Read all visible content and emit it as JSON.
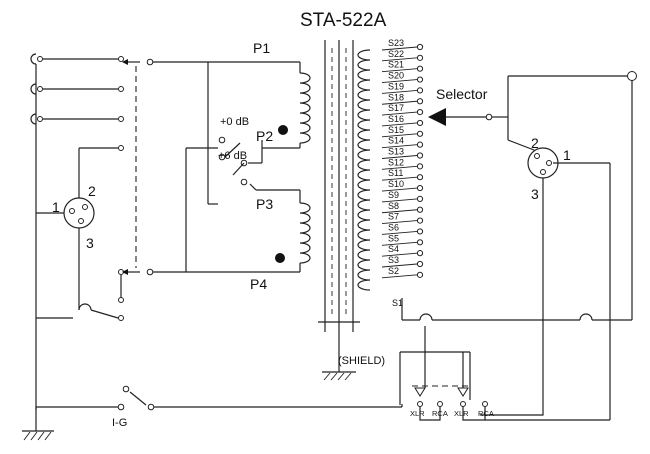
{
  "title": "STA-522A",
  "primary_taps": [
    "P1",
    "P2",
    "P3",
    "P4"
  ],
  "gain_labels": {
    "zero_db": "+0 dB",
    "six_db": "+6 dB"
  },
  "secondary_taps": [
    "S23",
    "S22",
    "S21",
    "S20",
    "S19",
    "S18",
    "S17",
    "S16",
    "S15",
    "S14",
    "S13",
    "S12",
    "S11",
    "S10",
    "S9",
    "S8",
    "S7",
    "S6",
    "S5",
    "S4",
    "S3",
    "S2",
    "S1"
  ],
  "selector_label": "Selector",
  "shield_label": "(SHIELD)",
  "ig_label": "I-G",
  "left_xlr_pins": {
    "pin1": "1",
    "pin2": "2",
    "pin3": "3"
  },
  "right_xlr_pins": {
    "pin1": "1",
    "pin2": "2",
    "pin3": "3"
  },
  "outputs": [
    "XLR",
    "RCA",
    "XLR",
    "RCA"
  ]
}
